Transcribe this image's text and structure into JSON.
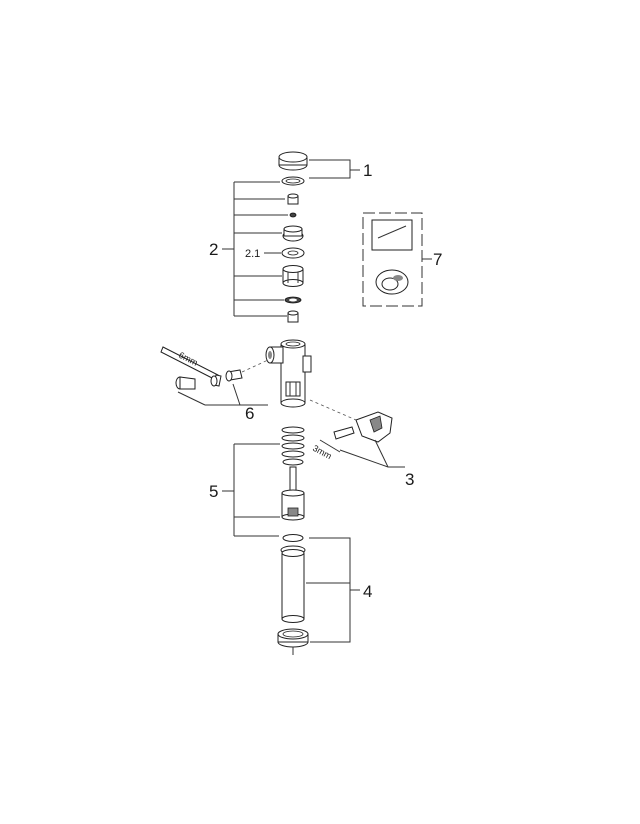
{
  "callouts": {
    "c1": "1",
    "c2": "2",
    "c21": "2.1",
    "c3": "3",
    "c4": "4",
    "c5": "5",
    "c6": "6",
    "c7": "7"
  },
  "tools": {
    "hex6": "6mm",
    "hex3": "3mm"
  },
  "colors": {
    "line": "#333333",
    "background": "#ffffff"
  }
}
